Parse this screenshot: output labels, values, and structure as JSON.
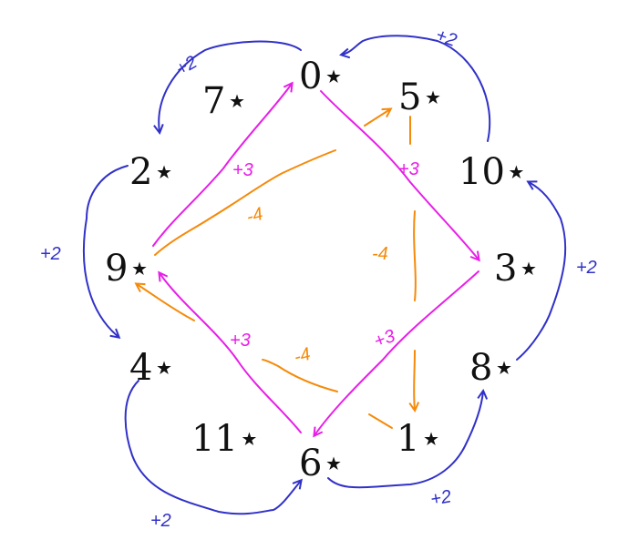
{
  "colors": {
    "blue": "#3131c8",
    "magenta": "#e81ee8",
    "orange": "#f58a0a"
  },
  "nodes": {
    "n0": "0⋆",
    "n5": "5⋆",
    "n7": "7⋆",
    "n2": "2⋆",
    "n10": "10⋆",
    "n9": "9⋆",
    "n3": "3⋆",
    "n4": "4⋆",
    "n8": "8⋆",
    "n11": "11⋆",
    "n6": "6⋆",
    "n1": "1⋆"
  },
  "edge_labels": {
    "blue_0_2": "+2",
    "blue_10_0": "+2",
    "blue_2_4": "+2",
    "blue_8_10": "+2",
    "blue_4_6": "+2",
    "blue_6_8": "+2",
    "mag_9_0": "+3",
    "mag_0_3": "+3",
    "mag_3_6": "+3",
    "mag_6_9": "+3",
    "orange_top": "-4",
    "orange_right": "-4",
    "orange_bottom": "-4"
  }
}
